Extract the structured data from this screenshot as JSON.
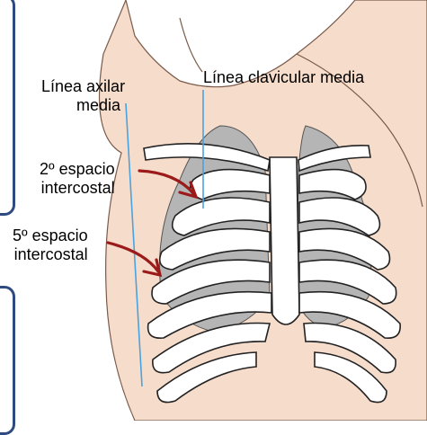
{
  "labels": {
    "linea_axilar_media": {
      "line1": "Línea axilar",
      "line2": "media"
    },
    "linea_clavicular_media": "Línea clavicular media",
    "segundo_espacio": {
      "line1": "2º espacio",
      "line2": "intercostal"
    },
    "quinto_espacio": {
      "line1": "5º espacio",
      "line2": "intercostal"
    }
  },
  "colors": {
    "skin": "#f6dccb",
    "skin_outline": "#7a5a4a",
    "lung": "#b5b5b5",
    "lung_dark": "#9a9a9a",
    "rib_fill": "#ffffff",
    "rib_outline": "#222222",
    "guide_line": "#4aa3e0",
    "arrow": "#9b1a1a",
    "frame": "#2e4a80"
  }
}
